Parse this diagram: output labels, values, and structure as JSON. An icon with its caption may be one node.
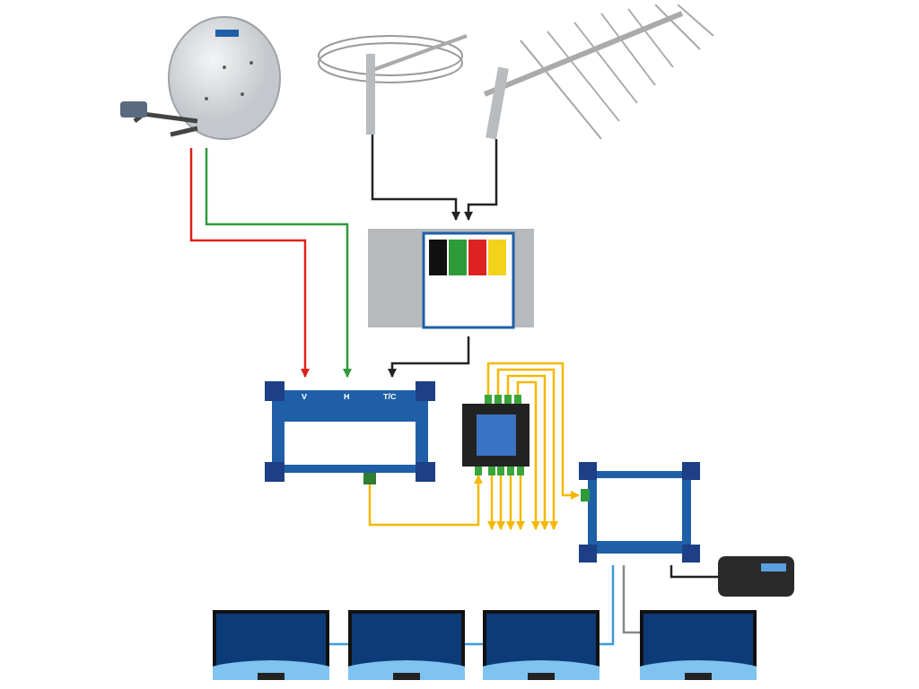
{
  "diagram": {
    "nodes": [
      {
        "text": [],
        "shape": "picture"
      },
      {
        "text": [],
        "shape": "picture"
      },
      {
        "text": [],
        "shape": "picture"
      },
      {
        "text": [],
        "shape": "picture"
      },
      {
        "text": [],
        "shape": "picture"
      },
      {
        "text": [],
        "shape": "picture"
      },
      {
        "text": [],
        "shape": "picture"
      },
      {
        "text": [],
        "shape": "picture"
      },
      {
        "text": [],
        "shape": "picture"
      },
      {
        "text": [],
        "shape": "picture"
      },
      {
        "text": [],
        "shape": "picture"
      },
      {
        "text": [],
        "shape": "picture"
      }
    ],
    "edges": [
      {
        "from": 0,
        "to": 4,
        "arrow": "to",
        "color": "#e0201b"
      },
      {
        "from": 0,
        "to": 4,
        "arrow": "to",
        "color": "#2e9a3a"
      },
      {
        "from": 1,
        "to": 3,
        "arrow": "to",
        "color": "#222222"
      },
      {
        "from": 2,
        "to": 3,
        "arrow": "to",
        "color": "#222222"
      },
      {
        "from": 3,
        "to": 4,
        "arrow": "to",
        "color": "#222222"
      },
      {
        "from": 4,
        "to": 5,
        "arrow": "to"
      },
      {
        "from": 5,
        "to": 6,
        "arrow": "to"
      },
      {
        "from": 5,
        "to": null,
        "arrow": "to"
      },
      {
        "from": 5,
        "to": null,
        "arrow": "to"
      },
      {
        "from": 5,
        "to": null,
        "arrow": "to"
      },
      {
        "from": 5,
        "to": null,
        "arrow": "to"
      },
      {
        "from": 5,
        "to": null,
        "arrow": "to"
      },
      {
        "from": 5,
        "to": null,
        "arrow": "to"
      },
      {
        "from": 5,
        "to": null,
        "arrow": "to"
      },
      {
        "from": 6,
        "to": 7,
        "arrow": "none",
        "color": "#222222"
      },
      {
        "from": 6,
        "to": 11,
        "arrow": "none",
        "color": "#888888"
      },
      {
        "from": 6,
        "to": 10,
        "arrow": "none",
        "color": "#3a9ad9"
      },
      {
        "from": 10,
        "to": 9,
        "arrow": "none",
        "color": "#3a9ad9"
      },
      {
        "from": 9,
        "to": 8,
        "arrow": "none",
        "color": "#3a9ad9"
      }
    ],
    "labels": [
      "V",
      "H",
      "T/C"
    ]
  }
}
